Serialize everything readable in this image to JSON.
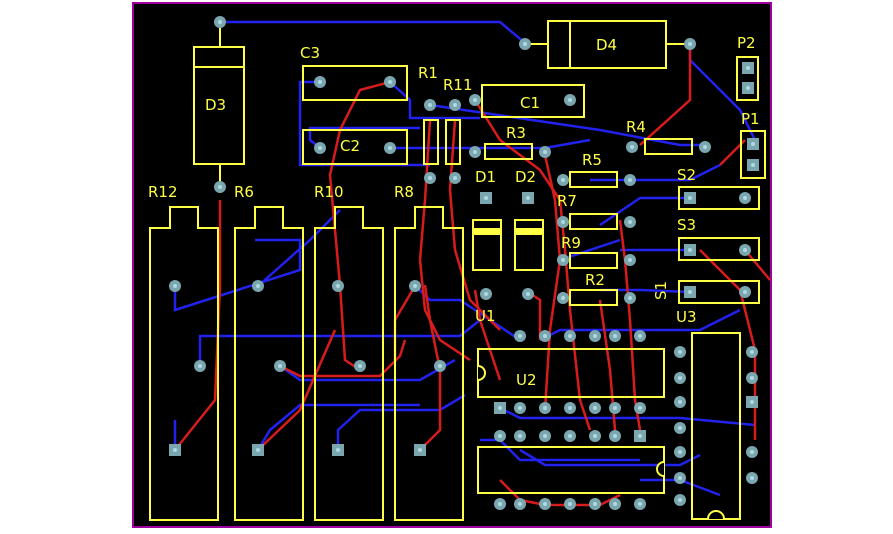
{
  "board": {
    "background": "#000000",
    "outline_color": "#a000a0",
    "silk_color": "#ffff44",
    "top_trace_color": "#d81c1c",
    "bottom_trace_color": "#2222ee",
    "pad_color": "#7aa6b0"
  },
  "labels": {
    "D3": "D3",
    "D4": "D4",
    "C3": "C3",
    "C2": "C2",
    "C1": "C1",
    "R1": "R1",
    "R11": "R11",
    "R3": "R3",
    "R4": "R4",
    "R5": "R5",
    "P2": "P2",
    "P1": "P1",
    "S2": "S2",
    "S3": "S3",
    "S1": "S1",
    "R12": "R12",
    "R6": "R6",
    "R10": "R10",
    "R8": "R8",
    "D1": "D1",
    "D2": "D2",
    "R7": "R7",
    "R9": "R9",
    "R2": "R2",
    "U1": "U1",
    "U2": "U2",
    "U3": "U3"
  }
}
